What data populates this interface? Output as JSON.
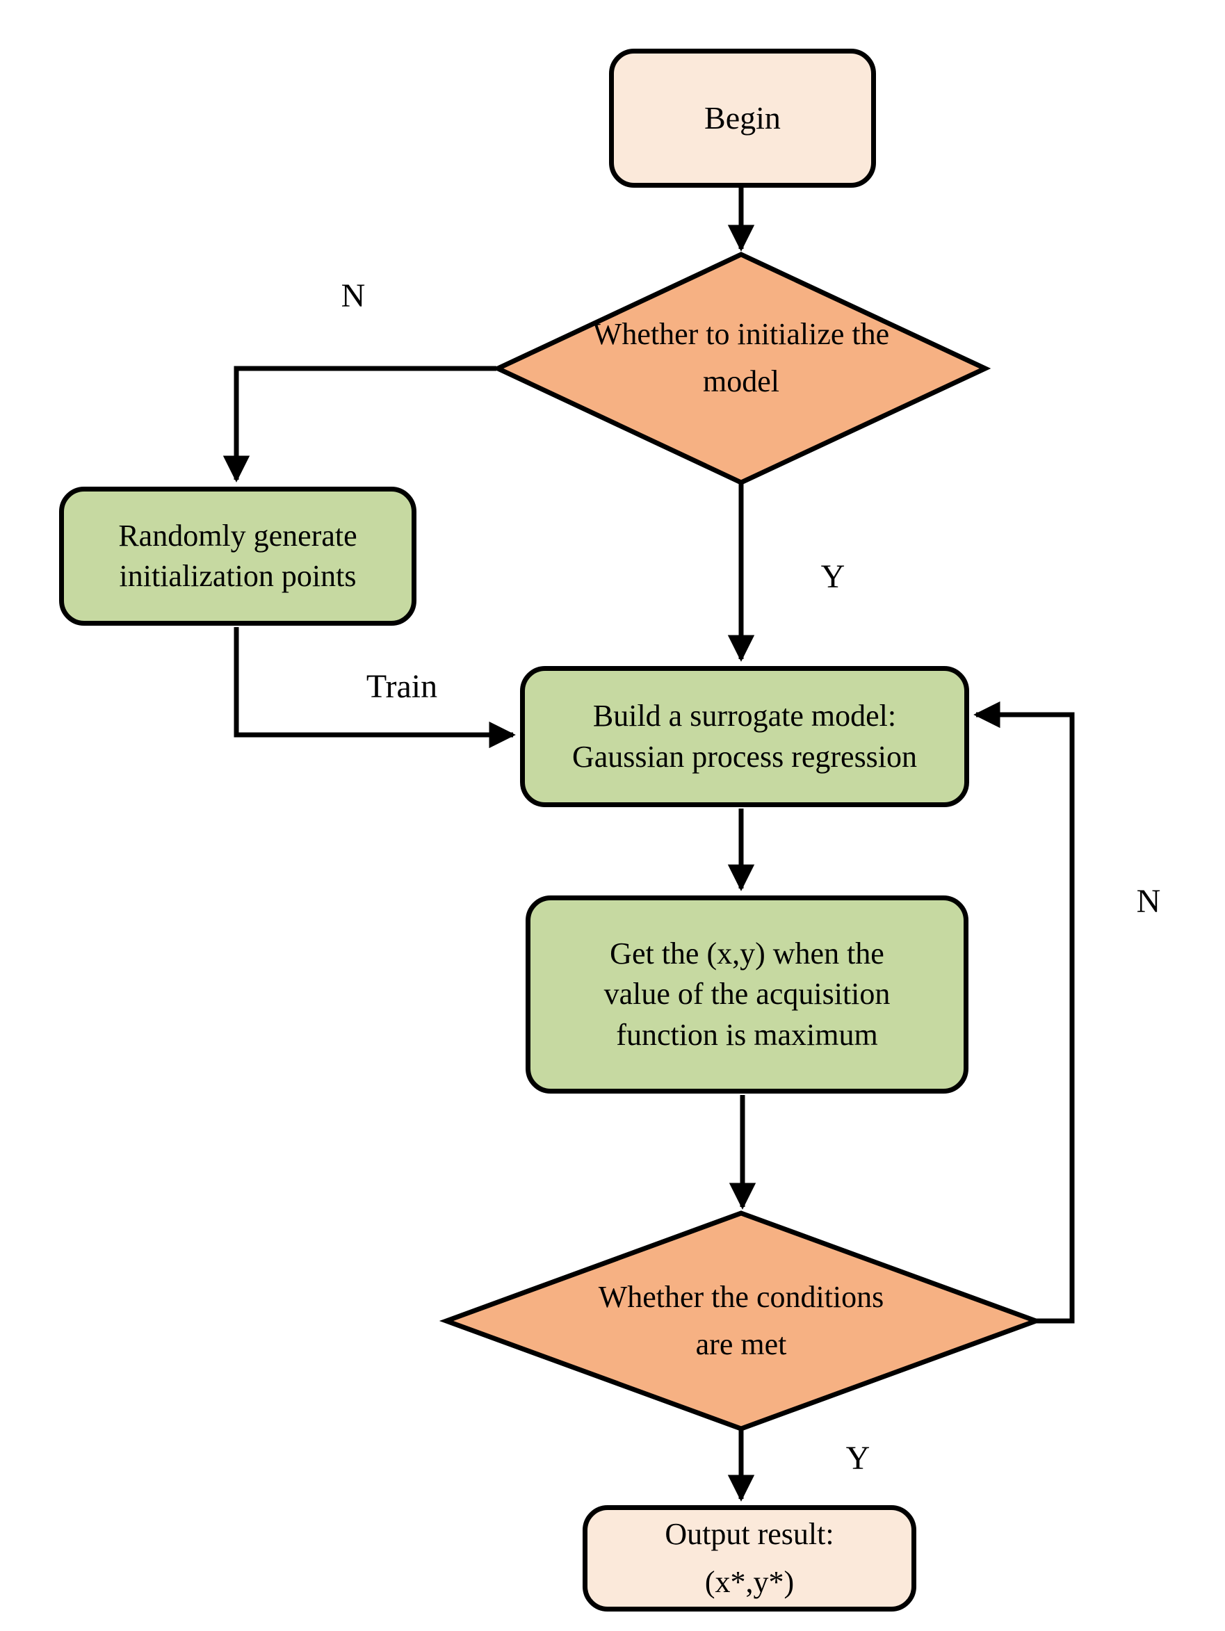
{
  "colors": {
    "terminal_fill": "#FBE9DA",
    "process_fill": "#C6D9A1",
    "decision_fill": "#F6B183",
    "stroke": "#000000"
  },
  "nodes": {
    "begin": {
      "label": "Begin"
    },
    "decision_initialize": {
      "lines": [
        "Whether to initialize the",
        "model"
      ]
    },
    "random_init": {
      "lines": [
        "Randomly generate",
        "initialization points"
      ]
    },
    "build_surrogate": {
      "lines": [
        "Build a surrogate model:",
        "Gaussian process regression"
      ]
    },
    "acquisition_max": {
      "lines": [
        "Get the (x,y) when the",
        "value of the acquisition",
        "function is maximum"
      ]
    },
    "decision_conditions": {
      "lines": [
        "Whether the conditions",
        "are met"
      ]
    },
    "output": {
      "lines": [
        "Output result:",
        "(x*,y*)"
      ]
    }
  },
  "edge_labels": {
    "no_initialize": "N",
    "yes_initialize": "Y",
    "train": "Train",
    "no_conditions": "N",
    "yes_conditions": "Y"
  }
}
